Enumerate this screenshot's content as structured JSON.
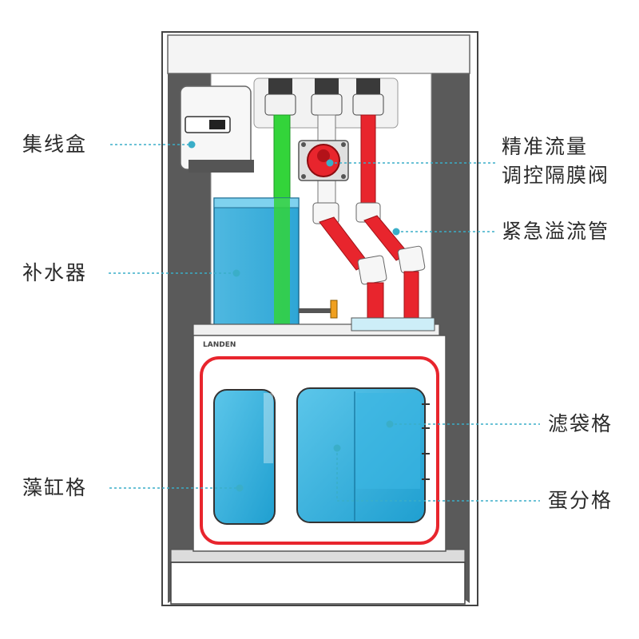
{
  "brand": "LANDEN",
  "labels": {
    "junction_box": "集线盒",
    "water_refill": "补水器",
    "algae_chamber": "藻缸格",
    "flow_valve_line1": "精准流量",
    "flow_valve_line2": "调控隔膜阀",
    "overflow_pipe": "紧急溢流管",
    "filter_bag_chamber": "滤袋格",
    "skimmer_chamber": "蛋分格"
  },
  "colors": {
    "callout": "#3aaec8",
    "red_pipe": "#e8252d",
    "green_pipe": "#33d43a",
    "water": "#29a9d6",
    "cabinet_wall": "#5a5a5a"
  },
  "icons": [
    "junction-box-icon",
    "diaphragm-valve-icon"
  ]
}
